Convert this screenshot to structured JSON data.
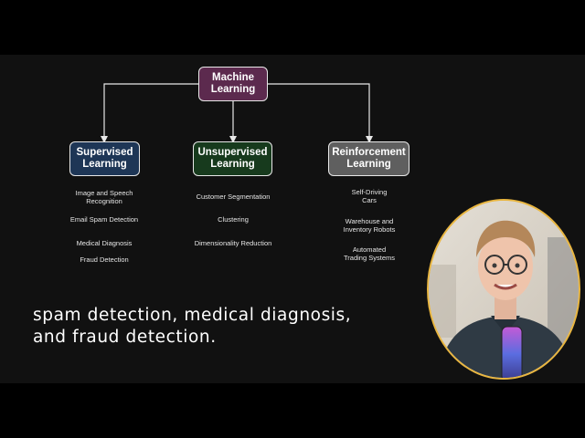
{
  "diagram": {
    "root": {
      "label": "Machine\nLearning",
      "fill": "#5c2a4e"
    },
    "categories": [
      {
        "id": "supervised",
        "label": "Supervised\nLearning",
        "fill": "#1e3656",
        "examples": [
          "Image and Speech\nRecognition",
          "Email Spam Detection",
          "Medical Diagnosis",
          "Fraud Detection"
        ]
      },
      {
        "id": "unsupervised",
        "label": "Unsupervised\nLearning",
        "fill": "#173a1d",
        "examples": [
          "Customer Segmentation",
          "Clustering",
          "Dimensionality Reduction"
        ]
      },
      {
        "id": "reinforcement",
        "label": "Reinforcement\nLearning",
        "fill": "#5f5f5f",
        "examples": [
          "Self-Driving\nCars",
          "Warehouse and\nInventory Robots",
          "Automated\nTrading Systems"
        ]
      }
    ],
    "connector_color": "#e8e8e8"
  },
  "caption": {
    "text": "spam detection, medical diagnosis,\nand fraud detection."
  },
  "webcam": {
    "border_color": "#e9b640",
    "description_icon": "presenter-webcam"
  }
}
